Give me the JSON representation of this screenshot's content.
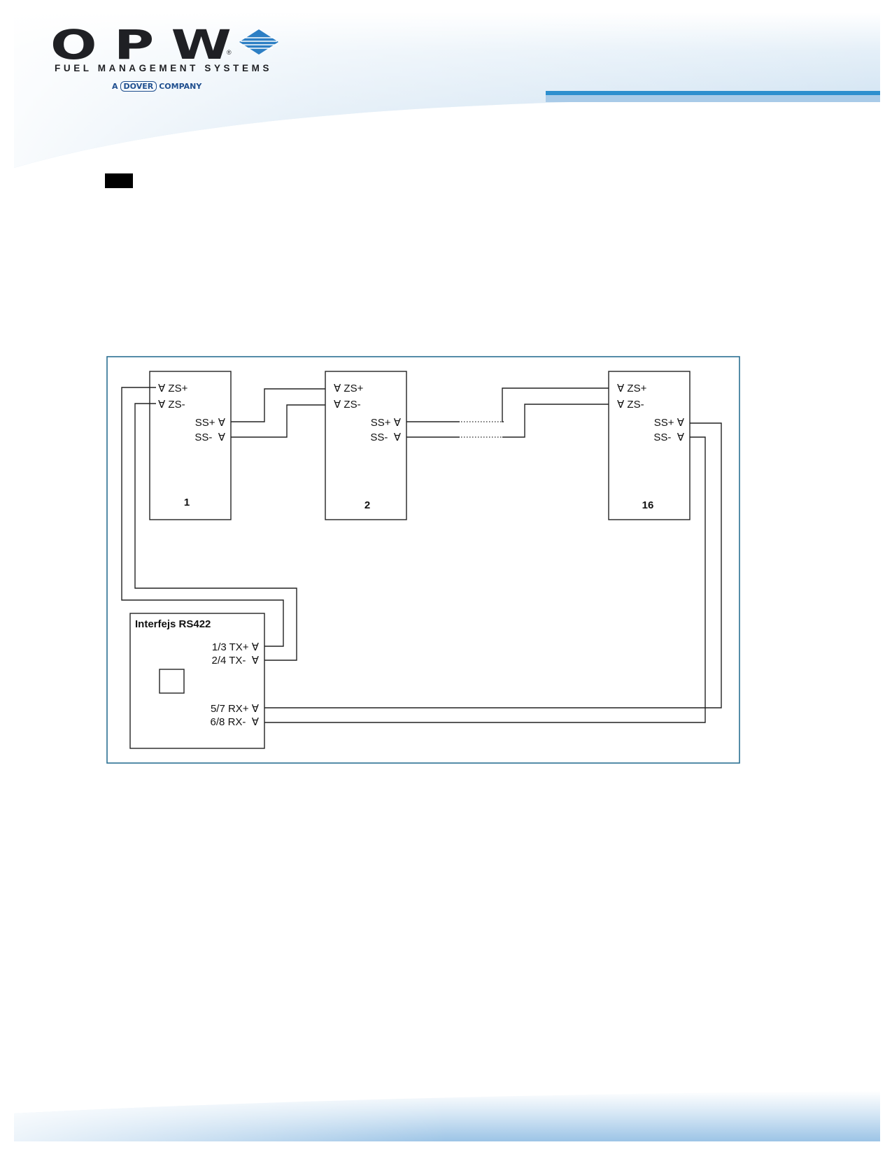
{
  "header": {
    "logo_letters": "OPW",
    "logo_tagline": "FUEL MANAGEMENT SYSTEMS",
    "dover_prefix": "A",
    "dover_name": "DOVER",
    "dover_suffix": "COMPANY",
    "brand_color": "#1f4f8f"
  },
  "diagram": {
    "units": [
      {
        "number": "1",
        "pins": {
          "zs_plus": "∀ ZS+",
          "zs_minus": "∀ ZS-",
          "ss_plus": "SS+ ∀",
          "ss_minus": "SS-  ∀"
        }
      },
      {
        "number": "2",
        "pins": {
          "zs_plus": "∀ ZS+",
          "zs_minus": "∀ ZS-",
          "ss_plus": "SS+ ∀",
          "ss_minus": "SS-  ∀"
        }
      },
      {
        "number": "16",
        "pins": {
          "zs_plus": "∀ ZS+",
          "zs_minus": "∀ ZS-",
          "ss_plus": "SS+ ∀",
          "ss_minus": "SS-  ∀"
        }
      }
    ],
    "interface": {
      "title": "Interfejs RS422",
      "tx_plus": "1/3 TX+ ∀",
      "tx_minus": "2/4 TX-  ∀",
      "rx_plus": "5/7 RX+ ∀",
      "rx_minus": "6/8 RX-  ∀"
    }
  }
}
